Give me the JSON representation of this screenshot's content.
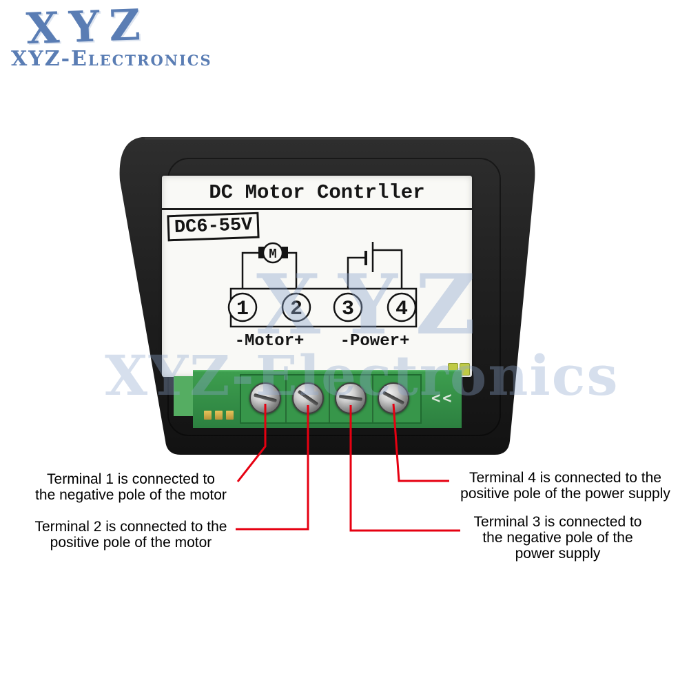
{
  "branding": {
    "logo_main": "XYZ",
    "logo_sub": "XYZ-Electronics"
  },
  "watermark": {
    "large": "XYZ",
    "wide": "XYZ-Electronics"
  },
  "device": {
    "label": {
      "title": "DC Motor Contrller",
      "voltage": "DC6-55V",
      "motor_symbol": "M",
      "terminal_numbers": [
        "1",
        "2",
        "3",
        "4"
      ],
      "motor_terminals": "-Motor+",
      "power_terminals": "-Power+"
    },
    "pcb": {
      "silkscreen": "<<"
    }
  },
  "annotations": {
    "terminal1": {
      "lines": [
        "Terminal 1 is connected to",
        "the negative pole of the motor"
      ]
    },
    "terminal2": {
      "lines": [
        "Terminal 2 is connected to the",
        "positive pole of the motor"
      ]
    },
    "terminal3": {
      "lines": [
        "Terminal 3 is connected to",
        "the negative pole of the",
        "power supply"
      ]
    },
    "terminal4": {
      "lines": [
        "Terminal 4 is connected to the",
        "positive pole of the power supply"
      ]
    }
  },
  "colors": {
    "annotation_line": "#e60011",
    "logo_blue": "#4d73ae",
    "watermark_blue": "#8ca5cd",
    "pcb_green": "#37964a",
    "case_black": "#1f1f1f"
  }
}
